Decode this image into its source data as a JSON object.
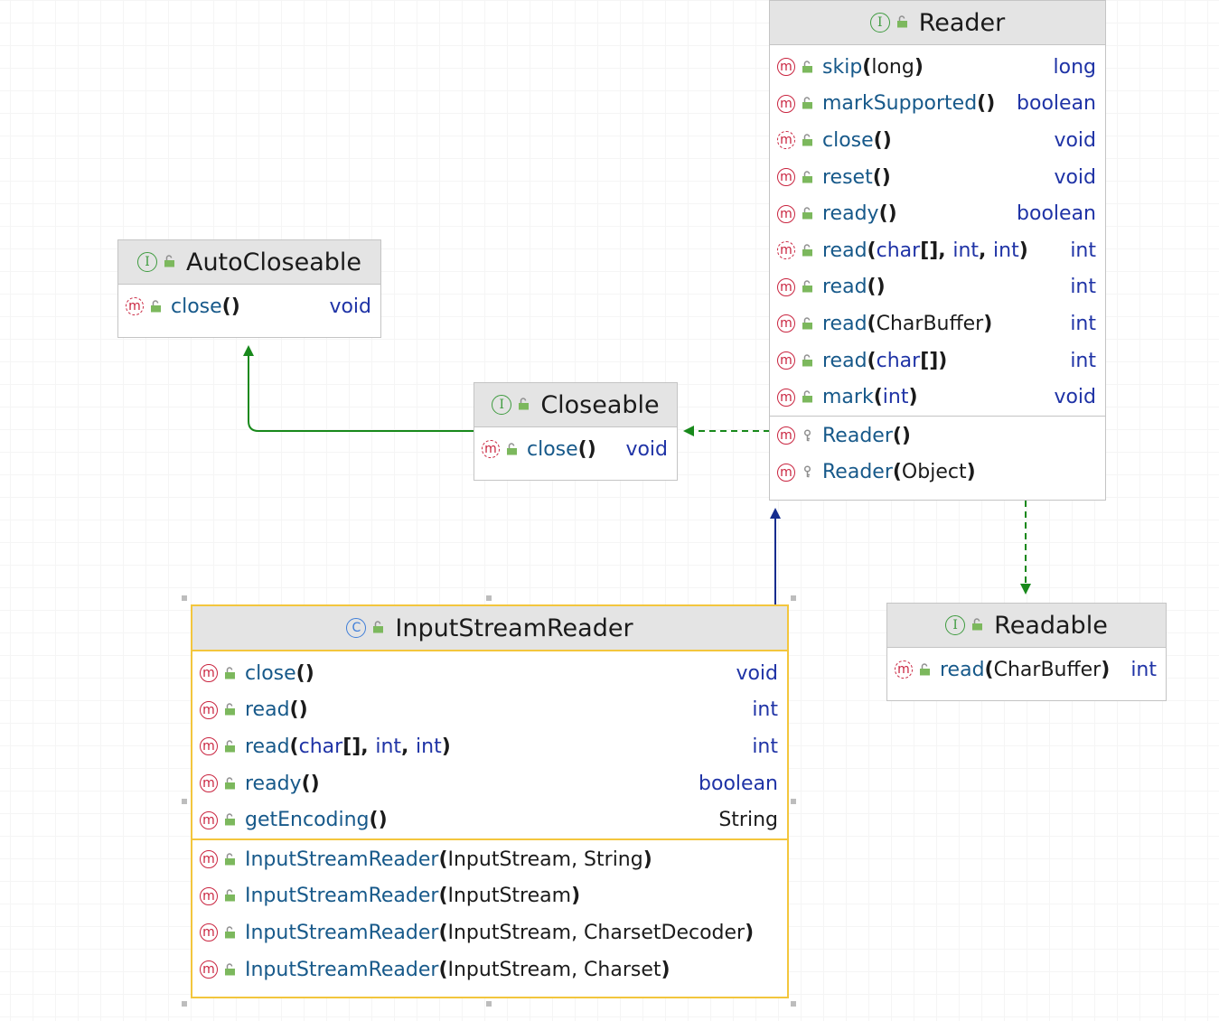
{
  "colors": {
    "implements_edge": "#18891b",
    "extends_edge": "#18891b",
    "inherits_edge": "#152c8e",
    "selection": "#f3c63d",
    "header_bg": "#e4e4e4"
  },
  "nodes": [
    {
      "id": "reader",
      "kind": "interface-icon",
      "title": "Reader",
      "members": [
        {
          "icon": "method",
          "parts": [
            [
              "id",
              "skip"
            ],
            [
              "pn",
              "("
            ],
            [
              "tp",
              "long"
            ],
            [
              "pn",
              ")"
            ]
          ],
          "ret": "long",
          "ret_kind": "kw"
        },
        {
          "icon": "method",
          "parts": [
            [
              "id",
              "markSupported"
            ],
            [
              "pn",
              "()"
            ]
          ],
          "ret": "boolean",
          "ret_kind": "kw"
        },
        {
          "icon": "method-partial",
          "parts": [
            [
              "id",
              "close"
            ],
            [
              "pn",
              "()"
            ]
          ],
          "ret": "void",
          "ret_kind": "kw"
        },
        {
          "icon": "method",
          "parts": [
            [
              "id",
              "reset"
            ],
            [
              "pn",
              "()"
            ]
          ],
          "ret": "void",
          "ret_kind": "kw"
        },
        {
          "icon": "method",
          "parts": [
            [
              "id",
              "ready"
            ],
            [
              "pn",
              "()"
            ]
          ],
          "ret": "boolean",
          "ret_kind": "kw"
        },
        {
          "icon": "method-partial",
          "parts": [
            [
              "id",
              "read"
            ],
            [
              "pn",
              "("
            ],
            [
              "kw",
              "char"
            ],
            [
              "pn",
              "[], "
            ],
            [
              "kw",
              "int"
            ],
            [
              "pn",
              ", "
            ],
            [
              "kw",
              "int"
            ],
            [
              "pn",
              ")"
            ]
          ],
          "ret": "int",
          "ret_kind": "kw"
        },
        {
          "icon": "method",
          "parts": [
            [
              "id",
              "read"
            ],
            [
              "pn",
              "()"
            ]
          ],
          "ret": "int",
          "ret_kind": "kw"
        },
        {
          "icon": "method",
          "parts": [
            [
              "id",
              "read"
            ],
            [
              "pn",
              "("
            ],
            [
              "tp",
              "CharBuffer"
            ],
            [
              "pn",
              ")"
            ]
          ],
          "ret": "int",
          "ret_kind": "kw"
        },
        {
          "icon": "method",
          "parts": [
            [
              "id",
              "read"
            ],
            [
              "pn",
              "("
            ],
            [
              "kw",
              "char"
            ],
            [
              "pn",
              "[])"
            ]
          ],
          "ret": "int",
          "ret_kind": "kw"
        },
        {
          "icon": "method",
          "parts": [
            [
              "id",
              "mark"
            ],
            [
              "pn",
              "("
            ],
            [
              "kw",
              "int"
            ],
            [
              "pn",
              ")"
            ]
          ],
          "ret": "void",
          "ret_kind": "kw"
        }
      ],
      "constructors": [
        {
          "icon": "method",
          "vis": "protected",
          "parts": [
            [
              "id",
              "Reader"
            ],
            [
              "pn",
              "()"
            ]
          ]
        },
        {
          "icon": "method",
          "vis": "protected",
          "parts": [
            [
              "id",
              "Reader"
            ],
            [
              "pn",
              "("
            ],
            [
              "tp",
              "Object"
            ],
            [
              "pn",
              ")"
            ]
          ]
        }
      ]
    },
    {
      "id": "autocloseable",
      "kind": "interface",
      "title": "AutoCloseable",
      "members": [
        {
          "icon": "method-partial",
          "parts": [
            [
              "id",
              "close"
            ],
            [
              "pn",
              "()"
            ]
          ],
          "ret": "void",
          "ret_kind": "kw"
        }
      ],
      "constructors": []
    },
    {
      "id": "closeable",
      "kind": "interface",
      "title": "Closeable",
      "members": [
        {
          "icon": "method-partial",
          "parts": [
            [
              "id",
              "close"
            ],
            [
              "pn",
              "()"
            ]
          ],
          "ret": "void",
          "ret_kind": "kw"
        }
      ],
      "constructors": []
    },
    {
      "id": "inputstreamreader",
      "kind": "class",
      "title": "InputStreamReader",
      "members": [
        {
          "icon": "method",
          "parts": [
            [
              "id",
              "close"
            ],
            [
              "pn",
              "()"
            ]
          ],
          "ret": "void",
          "ret_kind": "kw"
        },
        {
          "icon": "method",
          "parts": [
            [
              "id",
              "read"
            ],
            [
              "pn",
              "()"
            ]
          ],
          "ret": "int",
          "ret_kind": "kw"
        },
        {
          "icon": "method",
          "parts": [
            [
              "id",
              "read"
            ],
            [
              "pn",
              "("
            ],
            [
              "kw",
              "char"
            ],
            [
              "pn",
              "[], "
            ],
            [
              "kw",
              "int"
            ],
            [
              "pn",
              ", "
            ],
            [
              "kw",
              "int"
            ],
            [
              "pn",
              ")"
            ]
          ],
          "ret": "int",
          "ret_kind": "kw"
        },
        {
          "icon": "method",
          "parts": [
            [
              "id",
              "ready"
            ],
            [
              "pn",
              "()"
            ]
          ],
          "ret": "boolean",
          "ret_kind": "kw"
        },
        {
          "icon": "method",
          "parts": [
            [
              "id",
              "getEncoding"
            ],
            [
              "pn",
              "()"
            ]
          ],
          "ret": "String",
          "ret_kind": "tp"
        }
      ],
      "constructors": [
        {
          "icon": "method",
          "vis": "public",
          "parts": [
            [
              "id",
              "InputStreamReader"
            ],
            [
              "pn",
              "("
            ],
            [
              "tp",
              "InputStream, String"
            ],
            [
              "pn",
              ")"
            ]
          ]
        },
        {
          "icon": "method",
          "vis": "public",
          "parts": [
            [
              "id",
              "InputStreamReader"
            ],
            [
              "pn",
              "("
            ],
            [
              "tp",
              "InputStream"
            ],
            [
              "pn",
              ")"
            ]
          ]
        },
        {
          "icon": "method",
          "vis": "public",
          "parts": [
            [
              "id",
              "InputStreamReader"
            ],
            [
              "pn",
              "("
            ],
            [
              "tp",
              "InputStream, CharsetDecoder"
            ],
            [
              "pn",
              ")"
            ]
          ]
        },
        {
          "icon": "method",
          "vis": "public",
          "parts": [
            [
              "id",
              "InputStreamReader"
            ],
            [
              "pn",
              "("
            ],
            [
              "tp",
              "InputStream, Charset"
            ],
            [
              "pn",
              ")"
            ]
          ]
        }
      ]
    },
    {
      "id": "readable",
      "kind": "interface",
      "title": "Readable",
      "members": [
        {
          "icon": "method-partial",
          "parts": [
            [
              "id",
              "read"
            ],
            [
              "pn",
              "("
            ],
            [
              "tp",
              "CharBuffer"
            ],
            [
              "pn",
              ")"
            ]
          ],
          "ret": "int",
          "ret_kind": "kw"
        }
      ],
      "constructors": []
    }
  ],
  "icons": {
    "interface": "I",
    "class": "C",
    "method": "m",
    "public_visibility": "unlock-icon",
    "protected_visibility": "key-icon"
  }
}
